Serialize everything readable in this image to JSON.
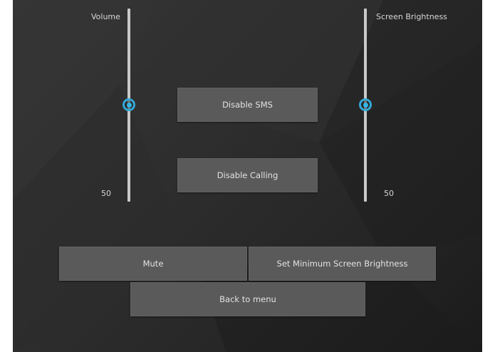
{
  "volume": {
    "label": "Volume",
    "value_text": "50",
    "value": 50,
    "icon": "slider-thumb"
  },
  "brightness": {
    "label": "Screen Brightness",
    "value_text": "50",
    "value": 50,
    "icon": "slider-thumb"
  },
  "buttons": {
    "disable_sms": "Disable SMS",
    "disable_calling": "Disable Calling",
    "mute": "Mute",
    "set_min_brightness": "Set Minimum Screen Brightness",
    "back_to_menu": "Back to menu"
  },
  "colors": {
    "accent": "#33b5e5",
    "button_bg": "#5a5a5a",
    "track": "#c9c9c9",
    "background": "#2b2b2b"
  }
}
